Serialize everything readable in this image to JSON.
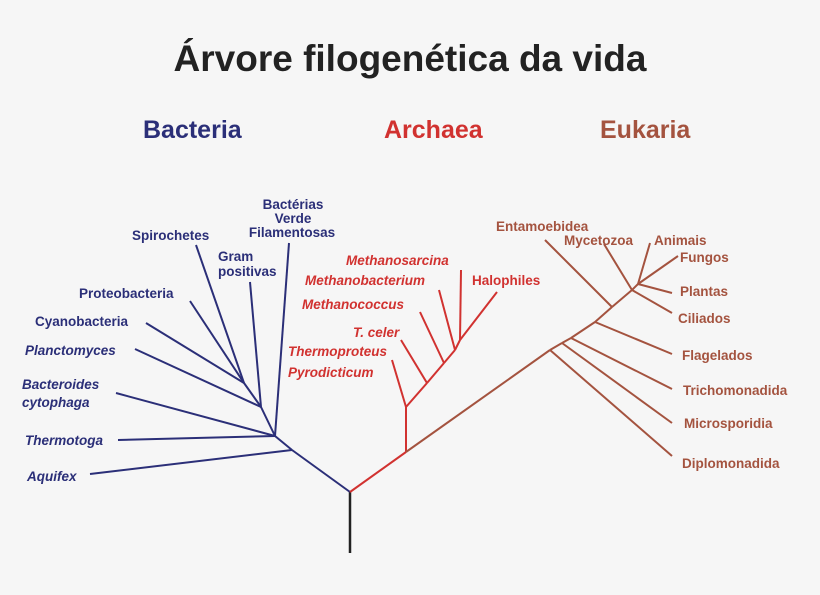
{
  "title": "Árvore filogenética da vida",
  "domains": {
    "bacteria": "Bacteria",
    "archaea": "Archaea",
    "eukaria": "Eukaria"
  },
  "colors": {
    "bacteria": "#2b2f78",
    "archaea": "#d13230",
    "eukaria": "#a4533f",
    "root": "#222222"
  },
  "bacteria": {
    "verdes_1": "Bactérias",
    "verdes_2": "Verde",
    "verdes_3": "Filamentosas",
    "spirochetes": "Spirochetes",
    "gram_1": "Gram",
    "gram_2": "positivas",
    "proteobacteria": "Proteobacteria",
    "cyanobacteria": "Cyanobacteria",
    "planctomyces": "Planctomyces",
    "bacteroides_1": "Bacteroides",
    "bacteroides_2": "cytophaga",
    "thermotoga": "Thermotoga",
    "aquifex": "Aquifex"
  },
  "archaea": {
    "methanosarcina": "Methanosarcina",
    "methanobacterium": "Methanobacterium",
    "halophiles": "Halophiles",
    "methanococcus": "Methanococcus",
    "tceler": "T. celer",
    "thermoproteus": "Thermoproteus",
    "pyrodicticum": "Pyrodicticum"
  },
  "eukaria": {
    "entamoebidea": "Entamoebidea",
    "mycetozoa": "Mycetozoa",
    "animais": "Animais",
    "fungos": "Fungos",
    "plantas": "Plantas",
    "ciliados": "Ciliados",
    "flagelados": "Flagelados",
    "trichomonadida": "Trichomonadida",
    "microsporidia": "Microsporidia",
    "diplomonadida": "Diplomonadida"
  }
}
